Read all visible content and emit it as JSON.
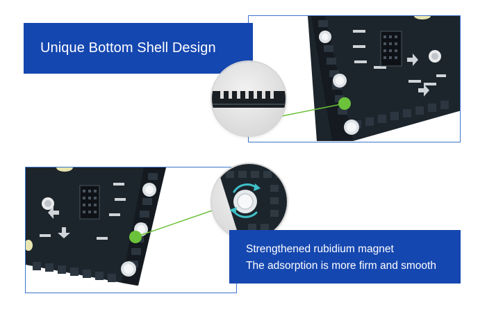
{
  "feature_title": "Unique Bottom Shell Design",
  "magnet_caption": {
    "line1": "Strengthened rubidium magnet",
    "line2": "The adsorption is more firm and smooth"
  },
  "colors": {
    "banner_blue": "#1547b0",
    "frame_blue": "#3a74c9",
    "pointer_green": "#6cc23a",
    "rotate_arrow": "#3fc1c9",
    "board_dark": "#1d252c"
  },
  "icons": {
    "rotate": "rotate-arrows-icon",
    "magnet": "magnet-icon"
  }
}
